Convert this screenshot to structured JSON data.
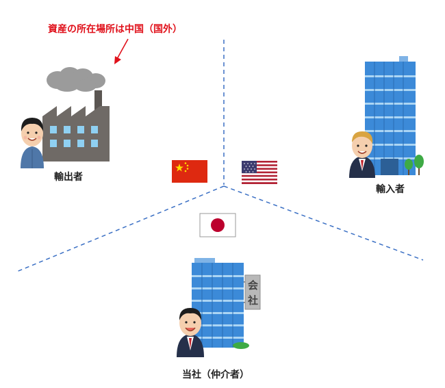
{
  "annotation": {
    "text": "資産の所在場所は中国（国外）",
    "color": "#e0101a"
  },
  "parties": {
    "exporter": {
      "label": "輸出者",
      "icon": "factory-worker-icon"
    },
    "importer": {
      "label": "輸入者",
      "icon": "office-building-businessman-icon"
    },
    "company": {
      "label": "当社（仲介者）",
      "icon": "company-building-businessman-icon"
    }
  },
  "flags": {
    "china": "china-flag-icon",
    "usa": "usa-flag-icon",
    "japan": "japan-flag-icon"
  },
  "building_sign": {
    "char1": "会",
    "char2": "社"
  },
  "colors": {
    "divider": "#3a6fc4",
    "building": "#3c8ad8",
    "factory": "#6f6a66"
  }
}
